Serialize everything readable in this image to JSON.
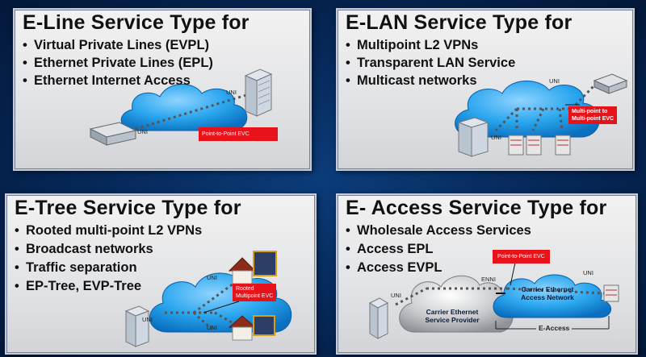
{
  "panels": {
    "eline": {
      "title": "E-Line Service Type for",
      "bullets": [
        "Virtual Private Lines (EVPL)",
        "Ethernet Private Lines (EPL)",
        "Ethernet Internet Access"
      ],
      "uni_labels": [
        "UNI",
        "UNI"
      ],
      "evc_label": "Point-to-Point EVC"
    },
    "elan": {
      "title": "E-LAN Service Type for",
      "bullets": [
        "Multipoint L2 VPNs",
        "Transparent LAN Service",
        "Multicast networks"
      ],
      "uni_labels": [
        "UNI",
        "UNI"
      ],
      "evc_label_1": "Multi-point to",
      "evc_label_2": "Multi-point EVC"
    },
    "etree": {
      "title": "E-Tree Service Type for",
      "bullets": [
        "Rooted multi-point L2 VPNs",
        "Broadcast networks",
        "Traffic separation",
        "EP-Tree, EVP-Tree"
      ],
      "uni_labels": [
        "UNI",
        "UNI",
        "UNI"
      ],
      "evc_label_1": "Rooted",
      "evc_label_2": "Multipoint EVC"
    },
    "eaccess": {
      "title": "E- Access Service Type for",
      "bullets": [
        "Wholesale Access Services",
        "Access EPL",
        "Access EVPL"
      ],
      "uni_labels": [
        "UNI",
        "UNI"
      ],
      "enni_label": "ENNI",
      "evc_label": "Point-to-Point EVC",
      "left_cloud_1": "Carrier Ethernet",
      "left_cloud_2": "Service Provider",
      "right_cloud_1": "Carrier Ethernet",
      "right_cloud_2": "Access Network",
      "eaccess_label": "E-Access"
    }
  },
  "colors": {
    "background": "#062a5c",
    "evc_box": "#e8121a",
    "cloud_blue": "#1e9be8",
    "cloud_gray": "#b7b9bd"
  },
  "icons": [
    "router-icon",
    "building-icon",
    "server-icon",
    "house-icon",
    "cloud-icon"
  ]
}
